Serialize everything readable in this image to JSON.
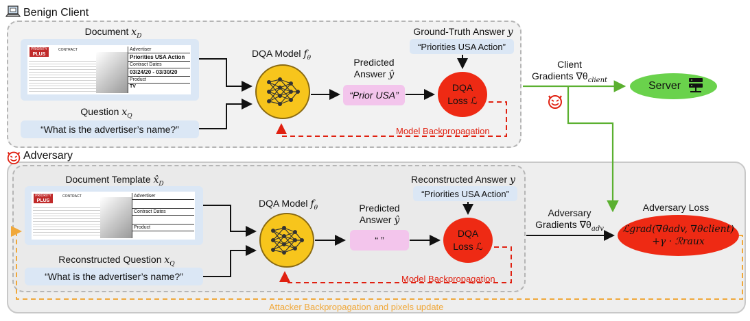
{
  "benign": {
    "title": "Benign Client",
    "document_label": "Document ",
    "document_var": "x",
    "document_sub": "D",
    "doc": {
      "logo_top": "PRIORITY",
      "logo_bottom": "PLUS",
      "contract": "CONTRACT",
      "field1": "Advertiser",
      "value1": "Priorities USA Action",
      "field2": "Contract Dates",
      "value2": "03/24/20 - 03/30/20",
      "field3": "Product",
      "value3": "TV"
    },
    "question_label": "Question ",
    "question_var": "x",
    "question_sub": "Q",
    "question_text": "“What is the advertiser’s name?”",
    "model_label": "DQA Model ",
    "model_var": "f",
    "model_sub": "θ",
    "predicted_label_1": "Predicted",
    "predicted_label_2": "Answer ",
    "predicted_var": "ŷ",
    "predicted_text": "“Prior USA”",
    "gt_label": "Ground-Truth Answer ",
    "gt_var": "y",
    "gt_text": "“Priorities USA Action”",
    "loss_line1": "DQA",
    "loss_line2": "Loss ℒ",
    "backprop": "Model Backpropagation"
  },
  "client": {
    "label_1": "Client",
    "label_2": "Gradients ∇θ",
    "label_sub": "client",
    "server": "Server"
  },
  "adversary": {
    "title": "Adversary",
    "template_label": "Document Template ",
    "template_var": "x̂",
    "template_sub": "D",
    "doc": {
      "logo_top": "PRIORITY",
      "logo_bottom": "PLUS",
      "contract": "CONTRACT",
      "field1": "Advertiser",
      "field2": "Contract Dates",
      "field3": "Product"
    },
    "question_label": "Reconstructed Question ",
    "question_var": "x",
    "question_sub": "Q",
    "question_text": "“What is the advertiser’s name?”",
    "model_label": "DQA Model ",
    "model_var": "f",
    "model_sub": "θ",
    "predicted_label_1": "Predicted",
    "predicted_label_2": "Answer ",
    "predicted_var": "ŷ",
    "predicted_text": "“ ”",
    "recon_label": "Reconstructed Answer ",
    "recon_var": "y",
    "recon_text": "“Priorities USA Action”",
    "loss_line1": "DQA",
    "loss_line2": "Loss ℒ",
    "backprop": "Model Backpropagation",
    "grad_label_1": "Adversary",
    "grad_label_2": "Gradients ∇θ",
    "grad_sub": "adv",
    "advloss_title": "Adversary Loss",
    "advloss_line1": "ℒgrad(∇θadv, ∇θclient)",
    "advloss_line2": "+γ · ℛraux",
    "attacker_backprop": "Attacker Backpropagation and pixels update"
  },
  "colors": {
    "green": "#5bb030",
    "red_dashed": "#e02010",
    "orange_dashed": "#f0a83a",
    "model_yellow": "#f7c51c",
    "loss_red": "#ee2a14",
    "server_green": "#6ad24c"
  },
  "icons": [
    "laptop-icon",
    "devil-icon",
    "neural-network-icon",
    "server-icon"
  ]
}
